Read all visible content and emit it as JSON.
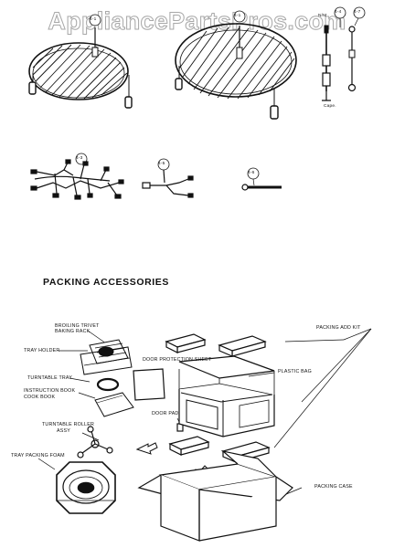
{
  "watermark": "AppliancePartsPros.com",
  "section_title": "PACKING ACCESSORIES",
  "callouts": {
    "rack_round_left": "4-1",
    "rack_round_right": "4-1",
    "wire_1": "4-4",
    "wire_2": "4-7",
    "harness_1": "4-3",
    "harness_2": "4-5",
    "probe": "4-6"
  },
  "side_labels": {
    "wire_top": "N/M",
    "cap": "Cape."
  },
  "labels": {
    "broiling_trivet": "BROILING TRIVET",
    "baking_rack": "BAKING RACK",
    "tray_holder": "TRAY HOLDER",
    "turntable_tray": "TURNTABLE TRAY",
    "instruction_book": "INSTRUCTION BOOK",
    "cook_book": "COOK BOOK",
    "turntable_roller": "TURNTABLE ROLLER",
    "assy": "ASSY",
    "tray_packing_foam": "TRAY PACKING FOAM",
    "door_protection_sheet": "DOOR PROTECTION SHEET",
    "door_pad": "DOOR PAD",
    "packing_add_kit": "PACKING ADD KIT",
    "plastic_bag": "PLASTIC BAG",
    "packing_case": "PACKING CASE"
  }
}
